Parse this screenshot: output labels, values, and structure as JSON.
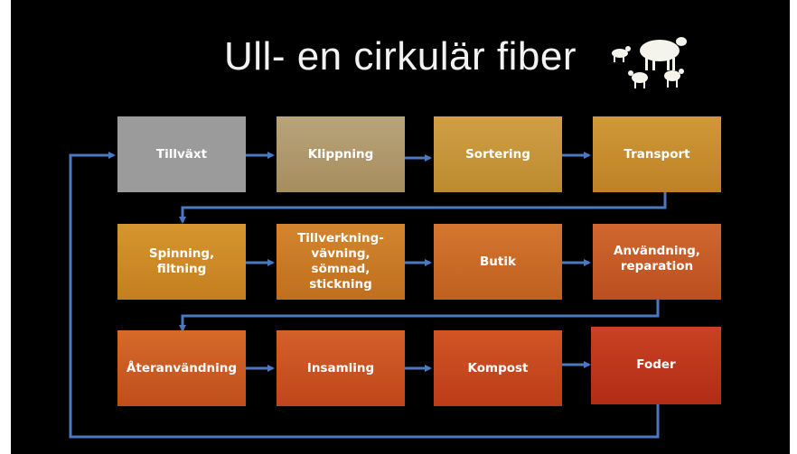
{
  "title": "Ull- en cirkulär fiber",
  "steps": [
    {
      "label": "Tillväxt",
      "color": "#9b9b9b"
    },
    {
      "label": "Klippning",
      "color": "#b39a6c"
    },
    {
      "label": "Sortering",
      "color": "#c89436"
    },
    {
      "label": "Transport",
      "color": "#c8892c"
    },
    {
      "label": "Spinning, filtning",
      "color": "#cf8a26"
    },
    {
      "label": "Tillverkning-\nvävning, sömnad,\nstickning",
      "color": "#cc7a26"
    },
    {
      "label": "Butik",
      "color": "#cf6a26"
    },
    {
      "label": "Användning,\nreparation",
      "color": "#c85a26"
    },
    {
      "label": "Återanvändning",
      "color": "#cf5a24"
    },
    {
      "label": "Insamling",
      "color": "#cf5522"
    },
    {
      "label": "Kompost",
      "color": "#cc4a20"
    },
    {
      "label": "Foder",
      "color": "#c23a1c"
    }
  ],
  "connector_color": "#4a78c2"
}
